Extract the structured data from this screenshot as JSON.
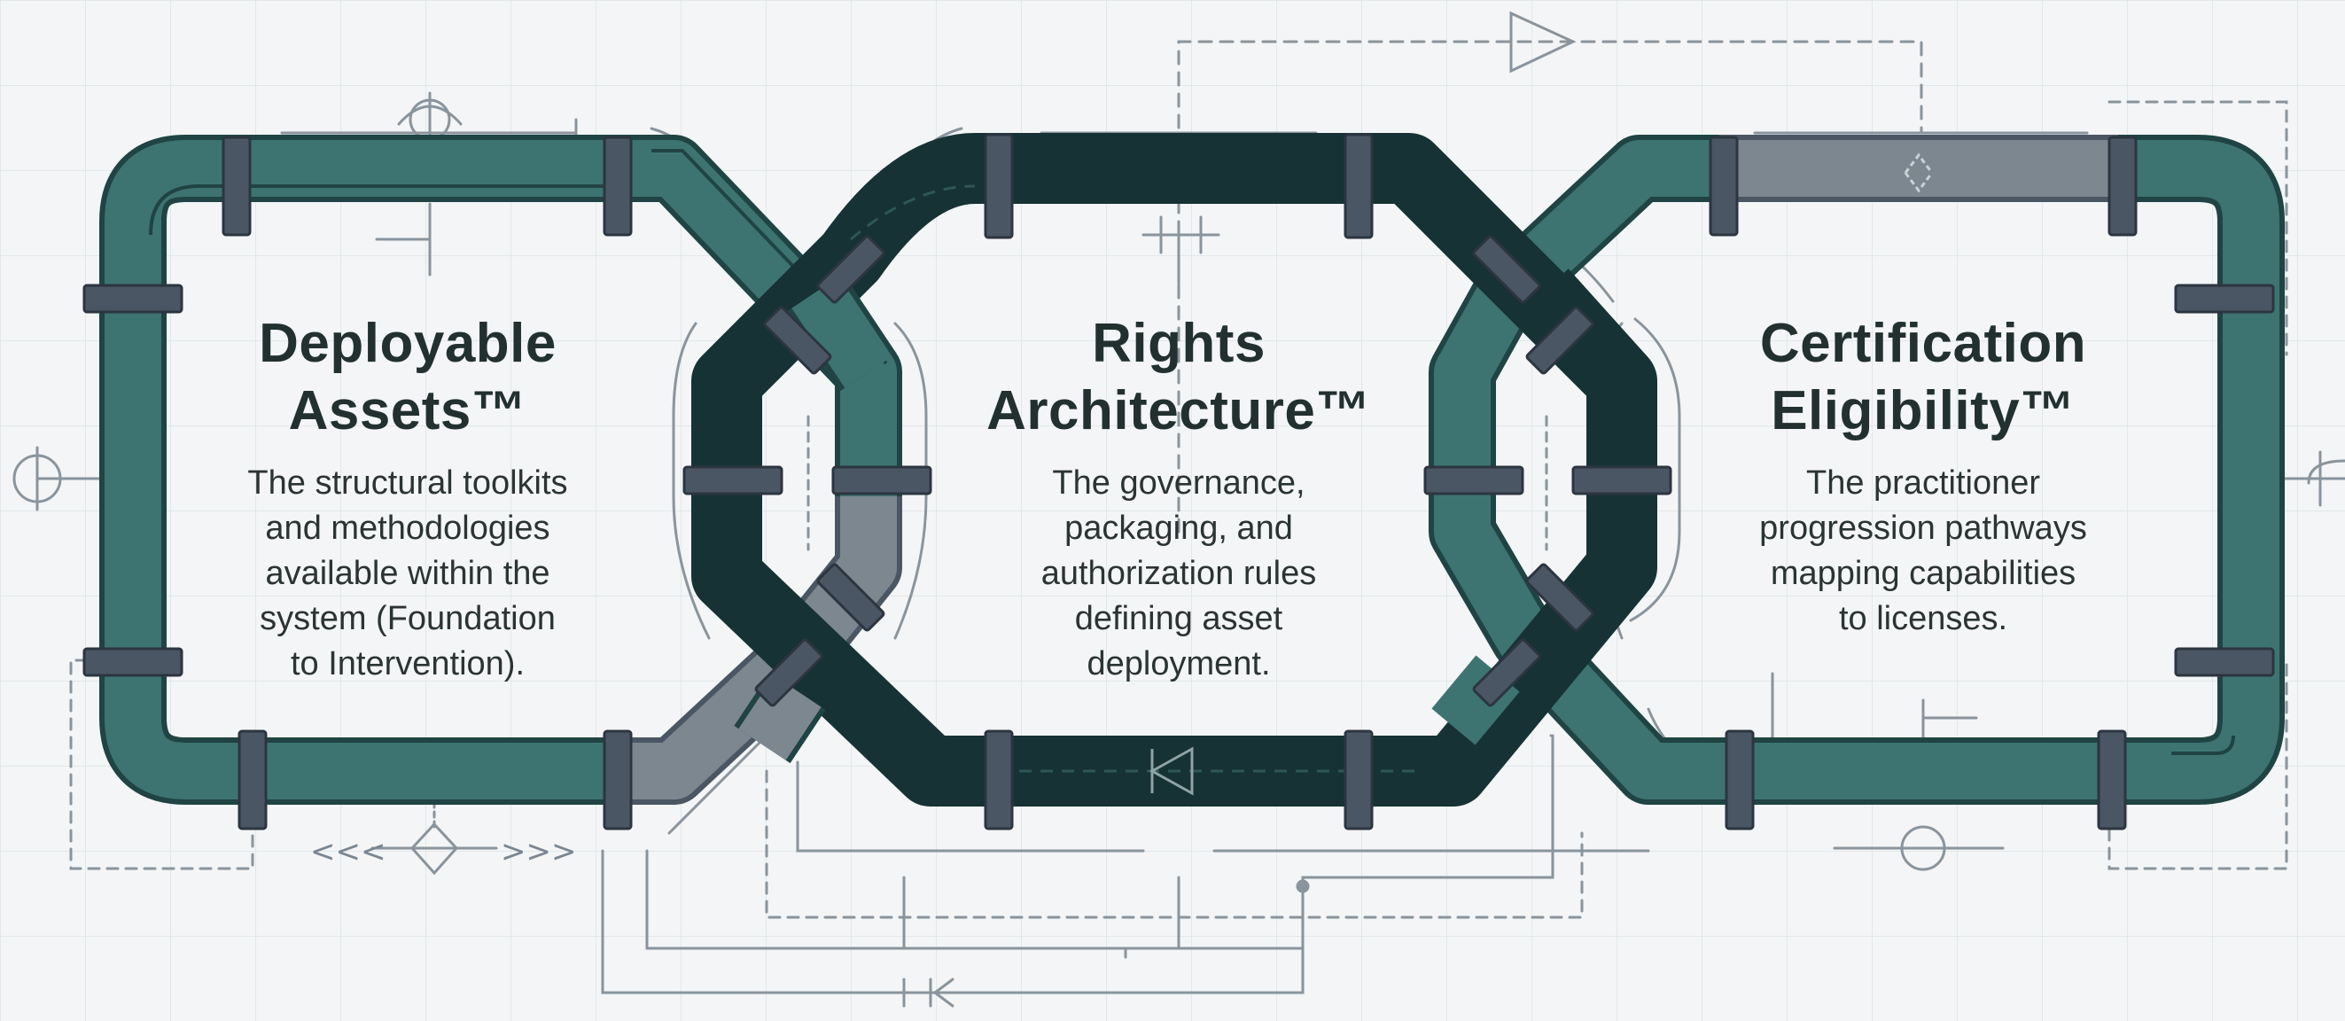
{
  "colors": {
    "background": "#f3f5f6",
    "teal_pipe": "#3d7472",
    "teal_pipe_dark": "#1f4443",
    "dark_pipe": "#173234",
    "grey_pipe": "#7d8790",
    "flange": "#4a5663",
    "line": "#8a949c",
    "text": "#223130"
  },
  "nodes": [
    {
      "id": "deployable",
      "title_line1": "Deployable",
      "title_line2": "Assets™",
      "description_lines": [
        "The structural toolkits",
        "and methodologies",
        "available within the",
        "system (Foundation",
        "to Intervention)."
      ]
    },
    {
      "id": "rights",
      "title_line1": "Rights",
      "title_line2": "Architecture™",
      "description_lines": [
        "The governance,",
        "packaging, and",
        "authorization rules",
        "defining asset",
        "deployment."
      ]
    },
    {
      "id": "certification",
      "title_line1": "Certification",
      "title_line2": "Eligibility™",
      "description_lines": [
        "The practitioner",
        "progression pathways",
        "mapping capabilities",
        "to licenses."
      ]
    }
  ],
  "decorations": {
    "chevrons_left": "<<<",
    "chevrons_right": ">>>"
  }
}
